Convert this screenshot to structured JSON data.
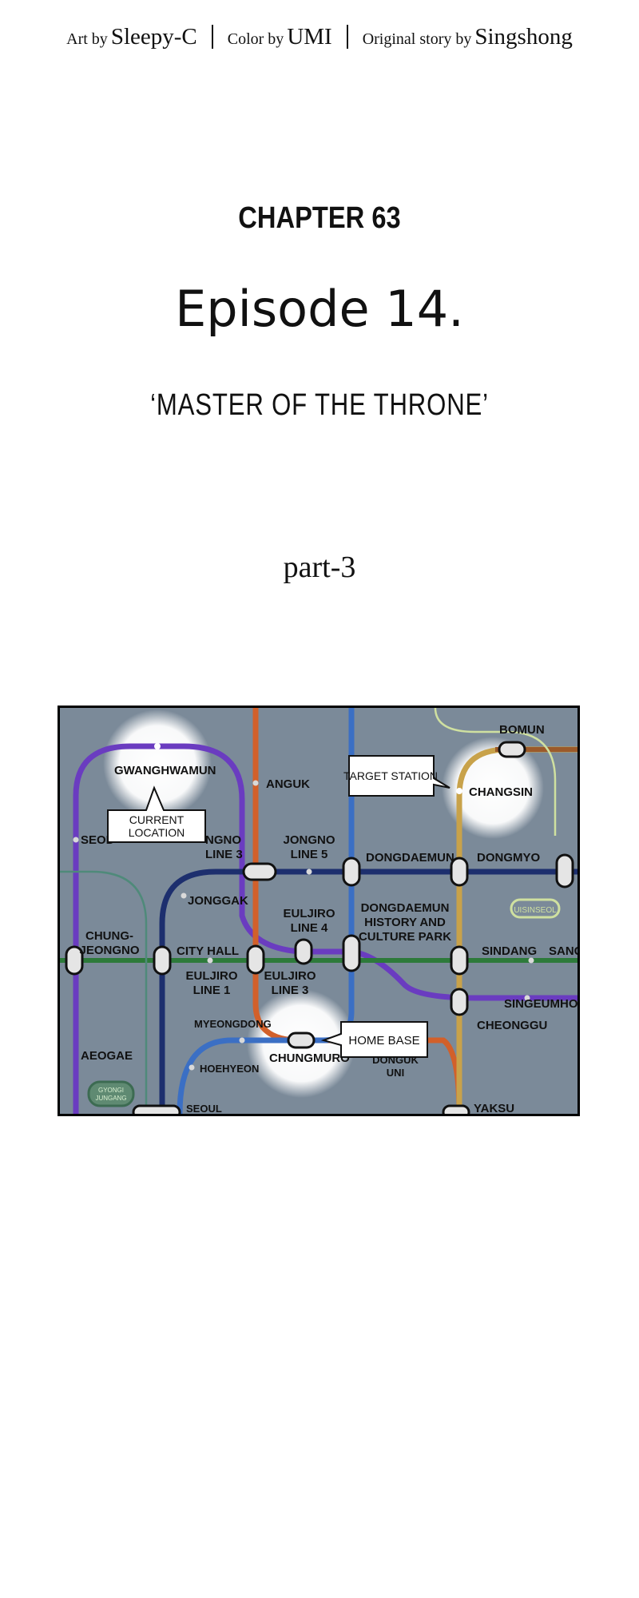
{
  "credits": {
    "art_label": "Art by",
    "art_name": "Sleepy-C",
    "color_label": "Color by",
    "color_name": "UMI",
    "story_label": "Original story by",
    "story_name": "Singshong"
  },
  "chapter": "CHAPTER 63",
  "episode": "Episode 14.",
  "subtitle": "‘MASTER OF THE THRONE’",
  "part": "part-3",
  "map": {
    "callouts": {
      "current": [
        "CURRENT",
        "LOCATION"
      ],
      "target": "TARGET STATION",
      "home": "HOME BASE"
    },
    "stations": {
      "gwanghwamun": "GWANGHWAMUN",
      "anguk": "ANGUK",
      "bomun": "BOMUN",
      "changsin": "CHANGSIN",
      "seodaemun": "SEOD",
      "jongno3": [
        "NGNO",
        "LINE 3"
      ],
      "jongno5": [
        "JONGNO",
        "LINE 5"
      ],
      "dongdaemun": "DONGDAEMUN",
      "dongmyo": "DONGMYO",
      "sinseol": "UISINSEOL",
      "jonggak": "JONGGAK",
      "euljiro4": [
        "EULJIRO",
        "LINE 4"
      ],
      "ddp": [
        "DONGDAEMUN",
        "HISTORY AND",
        "CULTURE PARK"
      ],
      "chungjeongno": [
        "CHUNG-",
        "JEONGNO"
      ],
      "cityhall": "CITY HALL",
      "sindang": "SINDANG",
      "sang": "SANG",
      "euljiro1": [
        "EULJIRO",
        "LINE 1"
      ],
      "euljiro3": [
        "EULJIRO",
        "LINE 3"
      ],
      "singeumho": "SINGEUMHO",
      "cheonggu": "CHEONGGU",
      "myeongdong": "MYEONGDONG",
      "chungmuro": "CHUNGMURO",
      "aeogae": "AEOGAE",
      "hoehyeon": "HOEHYEON",
      "dongguk": [
        "DONGUK",
        "UNI"
      ],
      "gyongi": [
        "GYONGI",
        "JUNGANG"
      ],
      "seoul": "SEOUL",
      "yaksu": "YAKSU"
    },
    "colors": {
      "background": "#7b8a99",
      "line1": "#1d2f6e",
      "line2": "#2d7a3a",
      "line3": "#d2602a",
      "line4": "#3b6fc4",
      "line5": "#6a3cc0",
      "line6": "#9b5a2a",
      "line9": "#c8a24a"
    }
  }
}
